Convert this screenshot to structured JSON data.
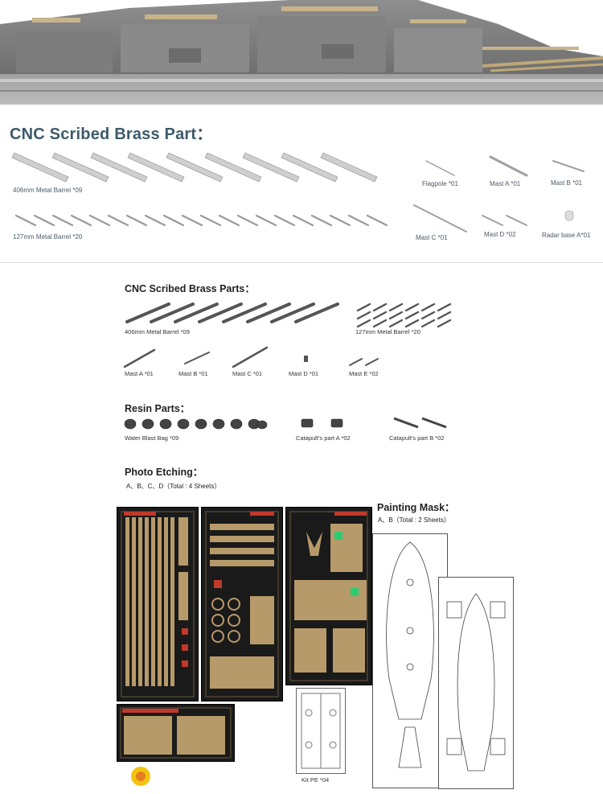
{
  "top_section": {
    "title": "CNC Scribed Brass Part：",
    "labels": {
      "barrel_406": "406mm Metal Barrel *09",
      "barrel_127": "127mm Metal Barrel *20",
      "flagpole": "Flagpole *01",
      "mast_a": "Mast A *01",
      "mast_b": "Mast B *01",
      "mast_c": "Mast C *01",
      "mast_d": "Mast D *02",
      "radar_base": "Radar base A*01"
    }
  },
  "brass_section": {
    "title": "CNC Scribed Brass Parts：",
    "labels": {
      "barrel_406": "406mm Metal Barrel *09",
      "barrel_127": "127mm Metal Barrel *20",
      "mast_a": "Mast A *01",
      "mast_b": "Mast B *01",
      "mast_c": "Mast C *01",
      "mast_d": "Mast D *01",
      "mast_e": "Mast E *02"
    }
  },
  "resin_section": {
    "title": "Resin Parts：",
    "labels": {
      "blast_bag": "Water Blast Bag *09",
      "catapult_a": "Catapult's part A *02",
      "catapult_b": "Catapult's part B *02"
    }
  },
  "etching_section": {
    "title": "Photo Etching：",
    "subtitle": "A、B、C、D（Total : 4 Sheets）",
    "kit_pe_label": "Kit PE *04"
  },
  "mask_section": {
    "title": "Painting Mask：",
    "subtitle": "A、B（Total : 2 Sheets）"
  },
  "colors": {
    "title_blue": "#3d5a6a",
    "pe_sheet": "#1a1a1a",
    "pe_brass": "#b79a6a",
    "pe_red": "#c0392b",
    "hull_gray": "#a9a9a9"
  }
}
